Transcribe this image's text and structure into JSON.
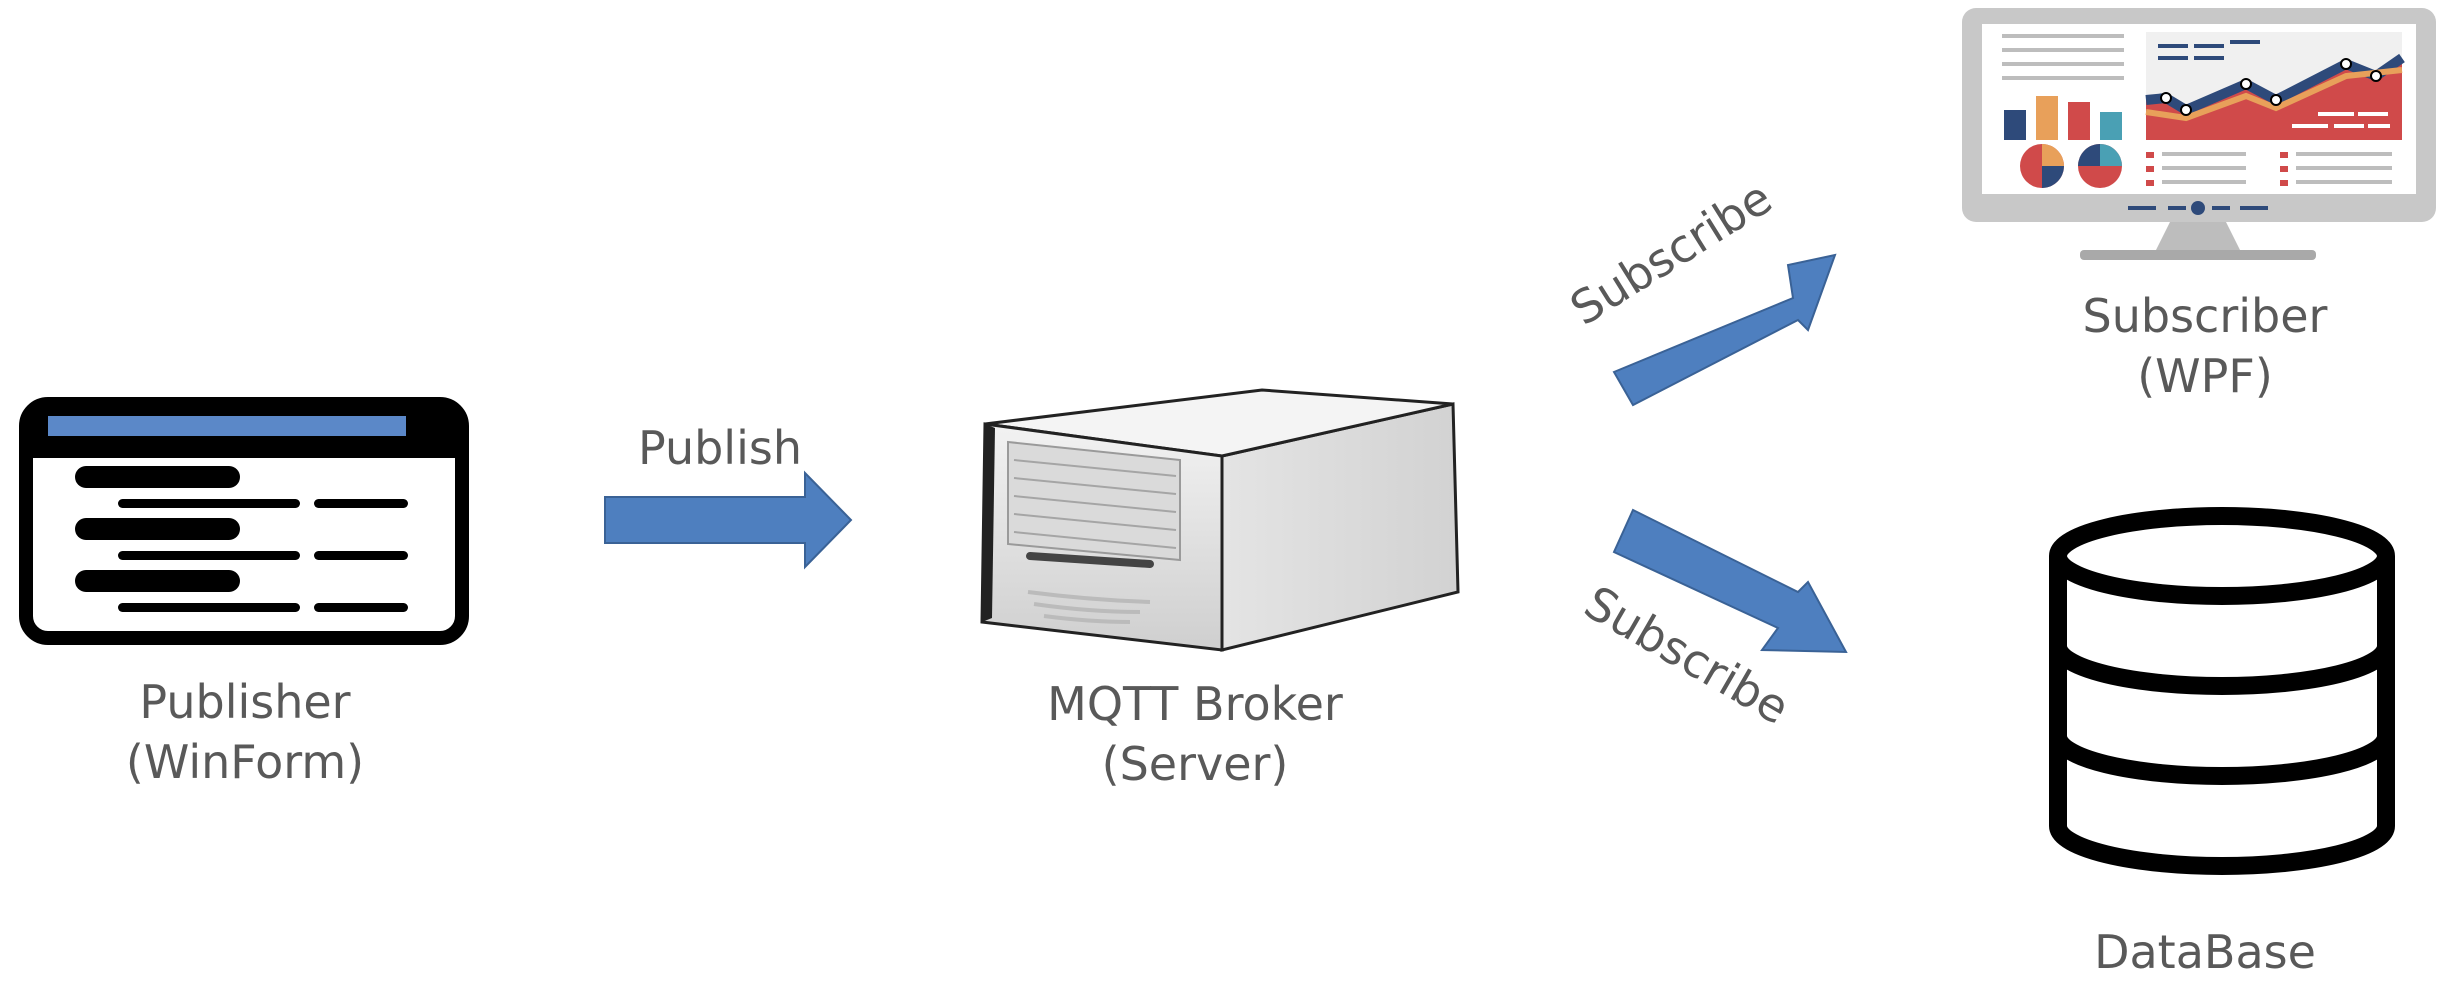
{
  "nodes": {
    "publisher": {
      "line1": "Publisher",
      "line2": "(WinForm)"
    },
    "broker": {
      "line1": "MQTT Broker",
      "line2": "(Server)"
    },
    "subscriber": {
      "line1": "Subscriber",
      "line2": "(WPF)"
    },
    "database": {
      "line1": "DataBase"
    }
  },
  "edges": {
    "publish": "Publish",
    "subscribe_top": "Subscribe",
    "subscribe_bottom": "Subscribe"
  },
  "colors": {
    "arrow_fill": "#4E7FBF",
    "arrow_stroke": "#3A6296",
    "label_text": "#595959",
    "window_titlebar": "#5B88C8",
    "icon_black": "#000000",
    "server_light": "#E6E6E6",
    "server_mid": "#CFCFCF",
    "server_dark": "#A8A8A8",
    "monitor_frame": "#C8C8C8",
    "chart_red": "#D04A4A",
    "chart_navy": "#2E4A7A",
    "chart_orange": "#E8A05A",
    "chart_teal": "#4AA0B4"
  },
  "icons": [
    "winform-window-icon",
    "server-icon",
    "monitor-dashboard-icon",
    "database-icon"
  ]
}
